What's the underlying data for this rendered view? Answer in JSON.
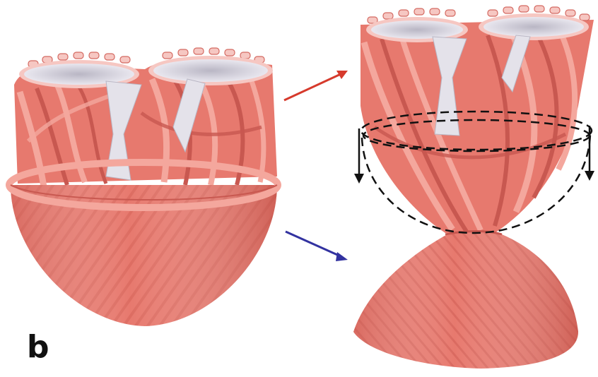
{
  "figure": {
    "panel_label": "b",
    "colors": {
      "muscle": "#e7796e",
      "muscle_light": "#f4a79d",
      "muscle_dark": "#c85850",
      "valve": "#e4e2ea",
      "valve_rim": "#f6c7c2",
      "upper_arrow": "#d63a2c",
      "lower_arrow": "#3232a0",
      "dashed_outline": "#111111"
    },
    "left_illustration": "untwisted-heart-muscle-band",
    "right_illustration": "twisted-heart-muscle-band"
  }
}
